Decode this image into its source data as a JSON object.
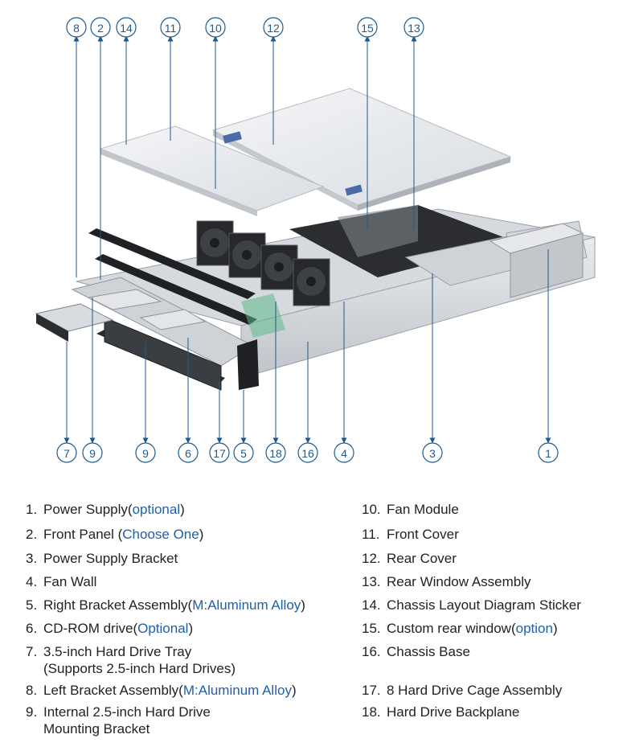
{
  "colors": {
    "callout": "#1e5a8c",
    "optional": "#1f5fa8",
    "text": "#222222"
  },
  "callouts": {
    "top": [
      "8",
      "2",
      "14",
      "11",
      "10",
      "12",
      "15",
      "13"
    ],
    "bottom": [
      "7",
      "9",
      "9",
      "6",
      "17",
      "5",
      "18",
      "16",
      "4",
      "3",
      "1"
    ]
  },
  "legend_left": [
    {
      "num": "1.",
      "text": "Power Supply(",
      "opt": "optional",
      "after": ")"
    },
    {
      "num": "2.",
      "text": "Front Panel (",
      "opt": "Choose One",
      "after": ")"
    },
    {
      "num": "3.",
      "text": "Power Supply Bracket",
      "opt": "",
      "after": ""
    },
    {
      "num": "4.",
      "text": "Fan Wall",
      "opt": "",
      "after": ""
    },
    {
      "num": "5.",
      "text": "Right Bracket Assembly(",
      "opt": "M:Aluminum Alloy",
      "after": ")"
    },
    {
      "num": "6.",
      "text": "CD-ROM drive(",
      "opt": "Optional",
      "after": ")"
    },
    {
      "num": "7.",
      "text": "3.5-inch Hard Drive Tray",
      "opt": "",
      "after": "",
      "line2": "(Supports 2.5-inch Hard Drives)"
    },
    {
      "num": "8.",
      "text": "Left Bracket Assembly(",
      "opt": "M:Aluminum Alloy",
      "after": ")"
    },
    {
      "num": "9.",
      "text": "Internal 2.5-inch Hard Drive",
      "opt": "",
      "after": "",
      "line2": "Mounting Bracket"
    }
  ],
  "legend_right": [
    {
      "num": "10.",
      "text": "Fan Module",
      "opt": "",
      "after": ""
    },
    {
      "num": "11.",
      "text": "Front Cover",
      "opt": "",
      "after": ""
    },
    {
      "num": "12.",
      "text": "Rear Cover",
      "opt": "",
      "after": ""
    },
    {
      "num": "13.",
      "text": "Rear Window Assembly",
      "opt": "",
      "after": ""
    },
    {
      "num": "14.",
      "text": "Chassis Layout Diagram Sticker",
      "opt": "",
      "after": ""
    },
    {
      "num": "15.",
      "text": "Custom rear window(",
      "opt": "option",
      "after": ")"
    },
    {
      "num": "16.",
      "text": "Chassis Base",
      "opt": "",
      "after": ""
    },
    {
      "num": "17.",
      "text": "8 Hard Drive Cage Assembly",
      "opt": "",
      "after": ""
    },
    {
      "num": "18.",
      "text": "Hard Drive Backplane",
      "opt": "",
      "after": ""
    }
  ]
}
